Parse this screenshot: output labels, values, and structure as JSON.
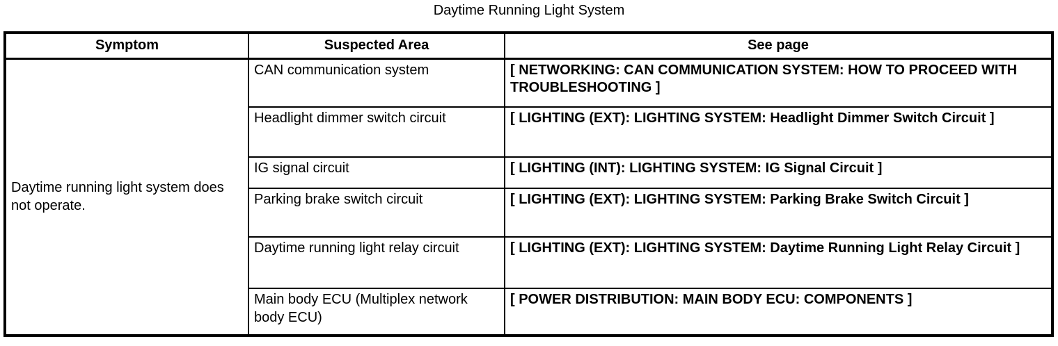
{
  "title": "Daytime Running Light System",
  "colors": {
    "text": "#000000",
    "border": "#000000",
    "background": "#ffffff"
  },
  "table": {
    "headers": [
      "Symptom",
      "Suspected Area",
      "See page"
    ],
    "symptom": "Daytime running light system does not operate.",
    "rows": [
      {
        "suspected_area": "CAN communication system",
        "see_page": "[ NETWORKING: CAN COMMUNICATION SYSTEM: HOW TO PROCEED WITH TROUBLESHOOTING ]"
      },
      {
        "suspected_area": "Headlight dimmer switch circuit",
        "see_page": "[ LIGHTING (EXT): LIGHTING SYSTEM: Headlight Dimmer Switch Circuit ]"
      },
      {
        "suspected_area": "IG signal circuit",
        "see_page": "[ LIGHTING (INT): LIGHTING SYSTEM: IG Signal Circuit ]"
      },
      {
        "suspected_area": "Parking brake switch circuit",
        "see_page": "[ LIGHTING (EXT): LIGHTING SYSTEM: Parking Brake Switch Circuit ]"
      },
      {
        "suspected_area": "Daytime running light relay circuit",
        "see_page": "[ LIGHTING (EXT): LIGHTING SYSTEM: Daytime Running Light Relay Circuit ]"
      },
      {
        "suspected_area": "Main body ECU (Multiplex network body ECU)",
        "see_page": "[ POWER DISTRIBUTION: MAIN BODY ECU: COMPONENTS ]"
      }
    ]
  }
}
